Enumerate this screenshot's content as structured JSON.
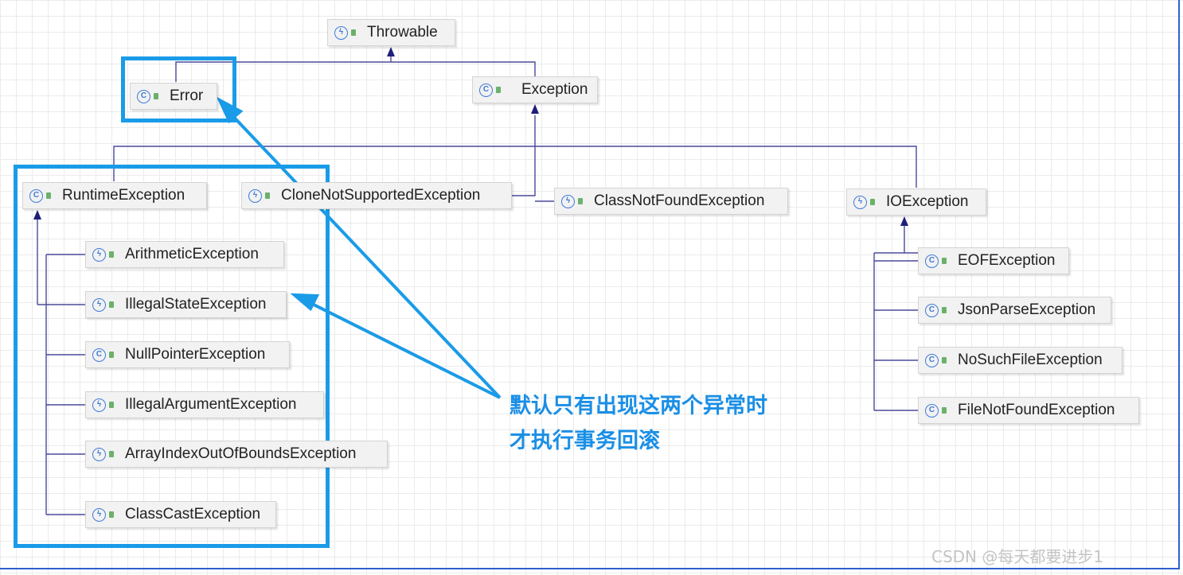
{
  "nodes": {
    "throwable": {
      "label": "Throwable",
      "kind": "abstract"
    },
    "error": {
      "label": "Error",
      "kind": "class"
    },
    "exception": {
      "label": "Exception",
      "kind": "class"
    },
    "runtime": {
      "label": "RuntimeException",
      "kind": "class"
    },
    "clone": {
      "label": "CloneNotSupportedException",
      "kind": "abstract"
    },
    "classnotfound": {
      "label": "ClassNotFoundException",
      "kind": "abstract"
    },
    "ioexception": {
      "label": "IOException",
      "kind": "abstract"
    },
    "arithmetic": {
      "label": "ArithmeticException",
      "kind": "abstract"
    },
    "illegalstate": {
      "label": "IllegalStateException",
      "kind": "abstract"
    },
    "nullpointer": {
      "label": "NullPointerException",
      "kind": "class"
    },
    "illegalargument": {
      "label": "IllegalArgumentException",
      "kind": "abstract"
    },
    "arrayindex": {
      "label": "ArrayIndexOutOfBoundsException",
      "kind": "abstract"
    },
    "classcast": {
      "label": "ClassCastException",
      "kind": "abstract"
    },
    "eof": {
      "label": "EOFException",
      "kind": "class"
    },
    "jsonparse": {
      "label": "JsonParseException",
      "kind": "class"
    },
    "nosuchfile": {
      "label": "NoSuchFileException",
      "kind": "class"
    },
    "filenotfound": {
      "label": "FileNotFoundException",
      "kind": "class"
    }
  },
  "icons": {
    "class": "class-c-icon",
    "abstract": "abstract-class-icon",
    "visibility": "public-visibility-icon"
  },
  "icon_glyphs": {
    "class": "C",
    "abstract": "ϟ"
  },
  "annotation": {
    "line1": "默认只有出现这两个异常时",
    "line2": "才执行事务回滚",
    "color": "#1a8fe6"
  },
  "watermark": "CSDN @每天都要进步1",
  "colors": {
    "edge": "#4a4a9c",
    "highlight": "#1a9be8",
    "frame": "#2f5fd0"
  }
}
